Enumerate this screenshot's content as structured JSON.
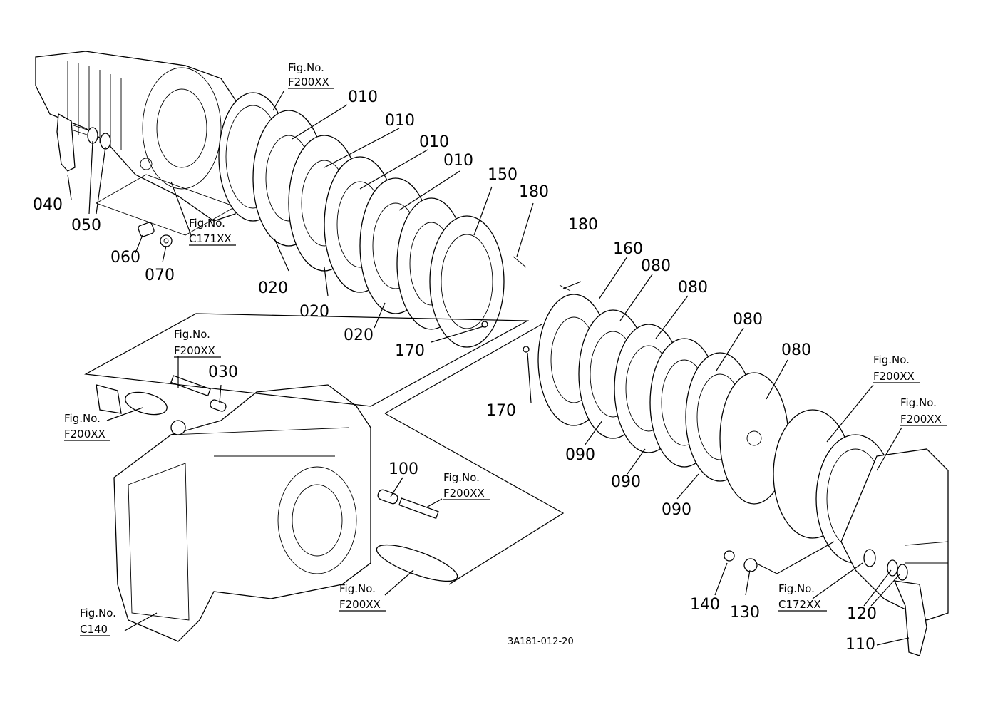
{
  "drawing_code": "3A181-012-20",
  "fig_prefix": "Fig.No.",
  "parts": {
    "p010a": "010",
    "p010b": "010",
    "p010c": "010",
    "p010d": "010",
    "p020a": "020",
    "p020b": "020",
    "p020c": "020",
    "p030": "030",
    "p040": "040",
    "p050": "050",
    "p060": "060",
    "p070": "070",
    "p080a": "080",
    "p080b": "080",
    "p080c": "080",
    "p080d": "080",
    "p090a": "090",
    "p090b": "090",
    "p090c": "090",
    "p100": "100",
    "p110": "110",
    "p120": "120",
    "p130": "130",
    "p140": "140",
    "p150": "150",
    "p160": "160",
    "p170a": "170",
    "p170b": "170",
    "p180a": "180",
    "p180b": "180"
  },
  "figs": {
    "f1": "F200XX",
    "f2": "C171XX",
    "f3": "F200XX",
    "f4": "F200XX",
    "f5": "F200XX",
    "f6": "F200XX",
    "f7": "C140",
    "f8": "F200XX",
    "f9": "F200XX",
    "f10": "C172XX"
  }
}
